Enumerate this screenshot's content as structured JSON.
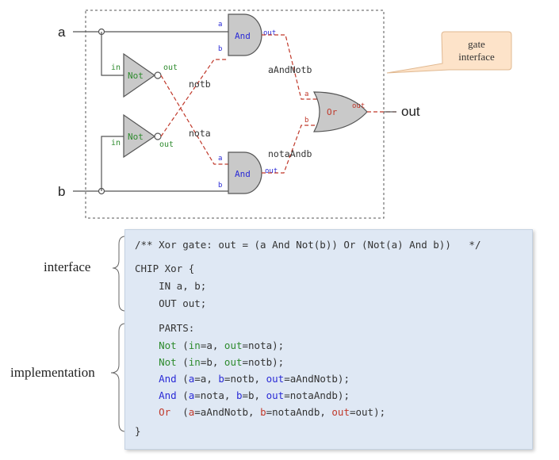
{
  "diagram": {
    "inputs": {
      "a": "a",
      "b": "b"
    },
    "output": "out",
    "gates": {
      "not_top": {
        "name": "Not",
        "in": "in",
        "out": "out"
      },
      "not_bottom": {
        "name": "Not",
        "in": "in",
        "out": "out"
      },
      "and_top": {
        "name": "And",
        "a": "a",
        "b": "b",
        "out": "out"
      },
      "and_bottom": {
        "name": "And",
        "a": "a",
        "b": "b",
        "out": "out"
      },
      "or": {
        "name": "Or",
        "a": "a",
        "b": "b",
        "out": "out"
      }
    },
    "wires": {
      "notb": "notb",
      "nota": "nota",
      "aAndNotb": "aAndNotb",
      "notaAndb": "notaAndb"
    },
    "callout": {
      "line1": "gate",
      "line2": "interface"
    }
  },
  "labels": {
    "interface": "interface",
    "implementation": "implementation"
  },
  "code": {
    "comment": "/** Xor gate: out = (a And Not(b)) Or (Not(a) And b))   */",
    "chip_header": "CHIP Xor {",
    "in_line": "    IN a, b;",
    "out_line": "    OUT out;",
    "parts": "    PARTS:",
    "closing": "}",
    "lines": [
      {
        "gate": "Not",
        "args": [
          [
            "in",
            "a"
          ],
          [
            "out",
            "nota"
          ]
        ]
      },
      {
        "gate": "Not",
        "args": [
          [
            "in",
            "b"
          ],
          [
            "out",
            "notb"
          ]
        ]
      },
      {
        "gate": "And",
        "args": [
          [
            "a",
            "a"
          ],
          [
            "b",
            "notb"
          ],
          [
            "out",
            "aAndNotb"
          ]
        ]
      },
      {
        "gate": "And",
        "args": [
          [
            "a",
            "nota"
          ],
          [
            "b",
            "b"
          ],
          [
            "out",
            "notaAndb"
          ]
        ]
      },
      {
        "gate": "Or",
        "args": [
          [
            "a",
            "aAndNotb"
          ],
          [
            "b",
            "notaAndb"
          ],
          [
            "out",
            "out"
          ]
        ]
      }
    ]
  },
  "colors": {
    "pin_blue": "#2b2bd6",
    "pin_green": "#2e8b2e",
    "wire_red": "#c0392b",
    "gate_fill": "#c9c9c9",
    "code_bg": "#dfe8f4",
    "callout_bg": "#fde3c9"
  }
}
